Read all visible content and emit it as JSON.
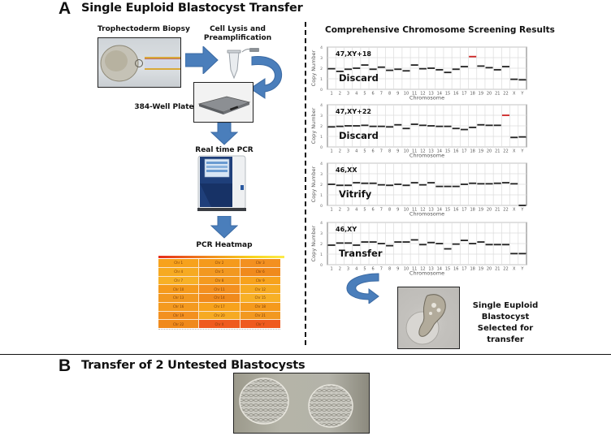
{
  "panel_a": {
    "letter": "A",
    "title": "Single Euploid Blastocyst Transfer",
    "workflow": {
      "step1": "Trophectoderm Biopsy",
      "step2_line1": "Cell Lysis and",
      "step2_line2": "Preamplification",
      "step3": "384-Well Plate",
      "step4": "Real time PCR",
      "step5": "PCR Heatmap"
    },
    "heatmap": {
      "cells": [
        "Chr 1",
        "Chr 2",
        "Chr 3",
        "Chr 4",
        "Chr 5",
        "Chr 6",
        "Chr 7",
        "Chr 8",
        "Chr 9",
        "Chr 10",
        "Chr 11",
        "Chr 12",
        "Chr 13",
        "Chr 14",
        "Chr 15",
        "Chr 16",
        "Chr 17",
        "Chr 18",
        "Chr 19",
        "Chr 20",
        "Chr 21",
        "Chr 22",
        "Chr X",
        "Chr Y"
      ]
    },
    "ccs_title": "Comprehensive Chromosome Screening Results",
    "selected_label_lines": [
      "Single Euploid",
      "Blastocyst",
      "Selected for",
      "transfer"
    ]
  },
  "panel_b": {
    "letter": "B",
    "title": "Transfer of 2 Untested Blastocysts"
  },
  "colors": {
    "arrow_blue": "#4a7ebb",
    "abnormal_red": "#cc2222",
    "normal_bar": "#222222",
    "heat_orange": "#f7a21c",
    "heat_red": "#ee4a1c"
  },
  "chart_data": [
    {
      "type": "scatter",
      "title": "47,XY+18",
      "decision": "Discard",
      "xlabel": "Chromosome",
      "ylabel": "Copy Number",
      "ylim": [
        0,
        4
      ],
      "yticks": [
        0,
        1,
        2,
        3,
        4
      ],
      "categories": [
        "1",
        "2",
        "3",
        "4",
        "5",
        "6",
        "7",
        "8",
        "9",
        "10",
        "11",
        "12",
        "13",
        "14",
        "15",
        "16",
        "17",
        "18",
        "19",
        "20",
        "21",
        "22",
        "X",
        "Y"
      ],
      "values": [
        1.95,
        1.7,
        1.9,
        2.0,
        2.3,
        1.9,
        2.1,
        1.8,
        1.9,
        1.75,
        2.3,
        1.95,
        2.0,
        1.85,
        1.6,
        1.9,
        2.15,
        3.1,
        2.2,
        2.05,
        1.85,
        2.15,
        0.95,
        0.9
      ],
      "abnormal": [
        "18"
      ],
      "grid": true
    },
    {
      "type": "scatter",
      "title": "47,XY+22",
      "decision": "Discard",
      "xlabel": "Chromosome",
      "ylabel": "Copy Number",
      "ylim": [
        0,
        4
      ],
      "yticks": [
        0,
        1,
        2,
        3,
        4
      ],
      "categories": [
        "1",
        "2",
        "3",
        "4",
        "5",
        "6",
        "7",
        "8",
        "9",
        "10",
        "11",
        "12",
        "13",
        "14",
        "15",
        "16",
        "17",
        "18",
        "19",
        "20",
        "21",
        "22",
        "X",
        "Y"
      ],
      "values": [
        1.9,
        1.95,
        2.0,
        2.0,
        2.05,
        1.95,
        1.95,
        1.9,
        2.1,
        1.75,
        2.15,
        2.05,
        2.0,
        1.95,
        1.95,
        1.75,
        1.65,
        1.85,
        2.1,
        2.05,
        2.05,
        3.0,
        0.9,
        0.95
      ],
      "abnormal": [
        "22"
      ],
      "grid": true
    },
    {
      "type": "scatter",
      "title": "46,XX",
      "decision": "Vitrify",
      "xlabel": "Chromosome",
      "ylabel": "Copy Number",
      "ylim": [
        0,
        4
      ],
      "yticks": [
        0,
        1,
        2,
        3,
        4
      ],
      "categories": [
        "1",
        "2",
        "3",
        "4",
        "5",
        "6",
        "7",
        "8",
        "9",
        "10",
        "11",
        "12",
        "13",
        "14",
        "15",
        "16",
        "17",
        "18",
        "19",
        "20",
        "21",
        "22",
        "X",
        "Y"
      ],
      "values": [
        2.0,
        1.9,
        1.9,
        2.15,
        2.1,
        2.1,
        1.95,
        1.9,
        2.0,
        1.9,
        2.15,
        1.95,
        2.15,
        1.8,
        1.8,
        1.8,
        2.0,
        2.1,
        2.05,
        2.05,
        2.1,
        2.15,
        2.05,
        0.0
      ],
      "abnormal": [],
      "grid": true
    },
    {
      "type": "scatter",
      "title": "46,XY",
      "decision": "Transfer",
      "xlabel": "Chromosome",
      "ylabel": "Copy Number",
      "ylim": [
        0,
        4
      ],
      "yticks": [
        0,
        1,
        2,
        3,
        4
      ],
      "categories": [
        "1",
        "2",
        "3",
        "4",
        "5",
        "6",
        "7",
        "8",
        "9",
        "10",
        "11",
        "12",
        "13",
        "14",
        "15",
        "16",
        "17",
        "18",
        "19",
        "20",
        "21",
        "22",
        "X",
        "Y"
      ],
      "values": [
        1.85,
        2.05,
        2.05,
        1.85,
        2.15,
        2.15,
        2.0,
        1.8,
        2.15,
        2.15,
        2.35,
        1.9,
        2.1,
        2.0,
        1.5,
        1.95,
        2.3,
        2.0,
        2.15,
        1.9,
        1.9,
        1.9,
        1.05,
        1.05
      ],
      "abnormal": [],
      "grid": true
    }
  ]
}
